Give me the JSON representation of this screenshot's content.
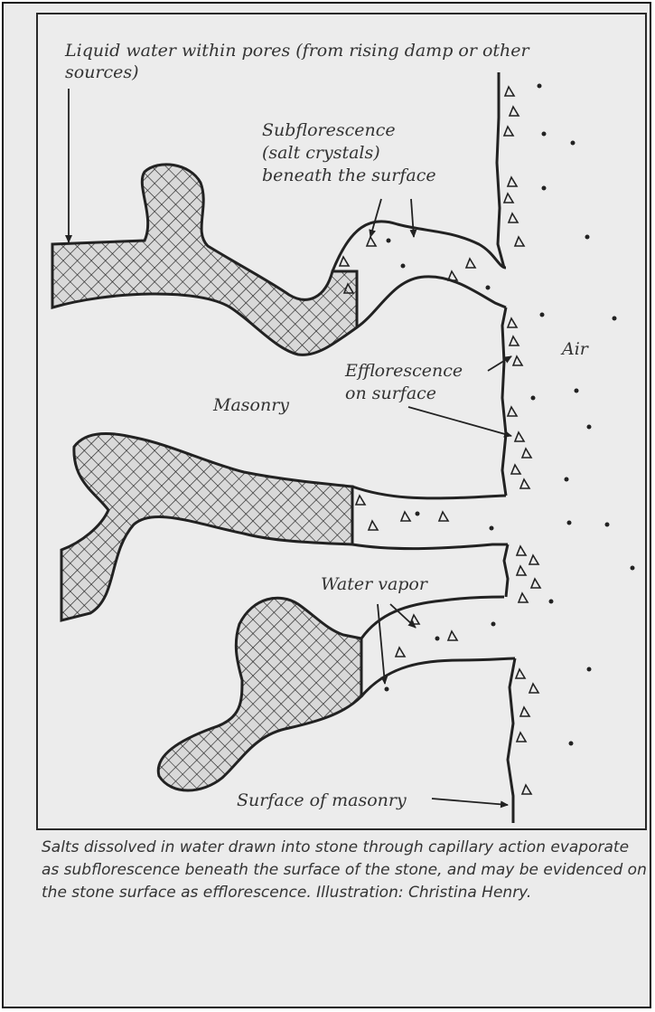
{
  "labels": {
    "liquid_water": "Liquid water within pores (from rising damp or other\nsources)",
    "subflorescence": "Subflorescence\n(salt crystals)\nbeneath the surface",
    "air": "Air",
    "efflorescence": "Efflorescence\non surface",
    "masonry": "Masonry",
    "water_vapor": "Water vapor",
    "surface_of_masonry": "Surface of masonry"
  },
  "caption": "Salts dissolved in water drawn into stone through capillary action evaporate as subflorescence beneath the surface of the stone, and may be evidenced on the stone surface as efflorescence. Illustration: Christina Henry."
}
